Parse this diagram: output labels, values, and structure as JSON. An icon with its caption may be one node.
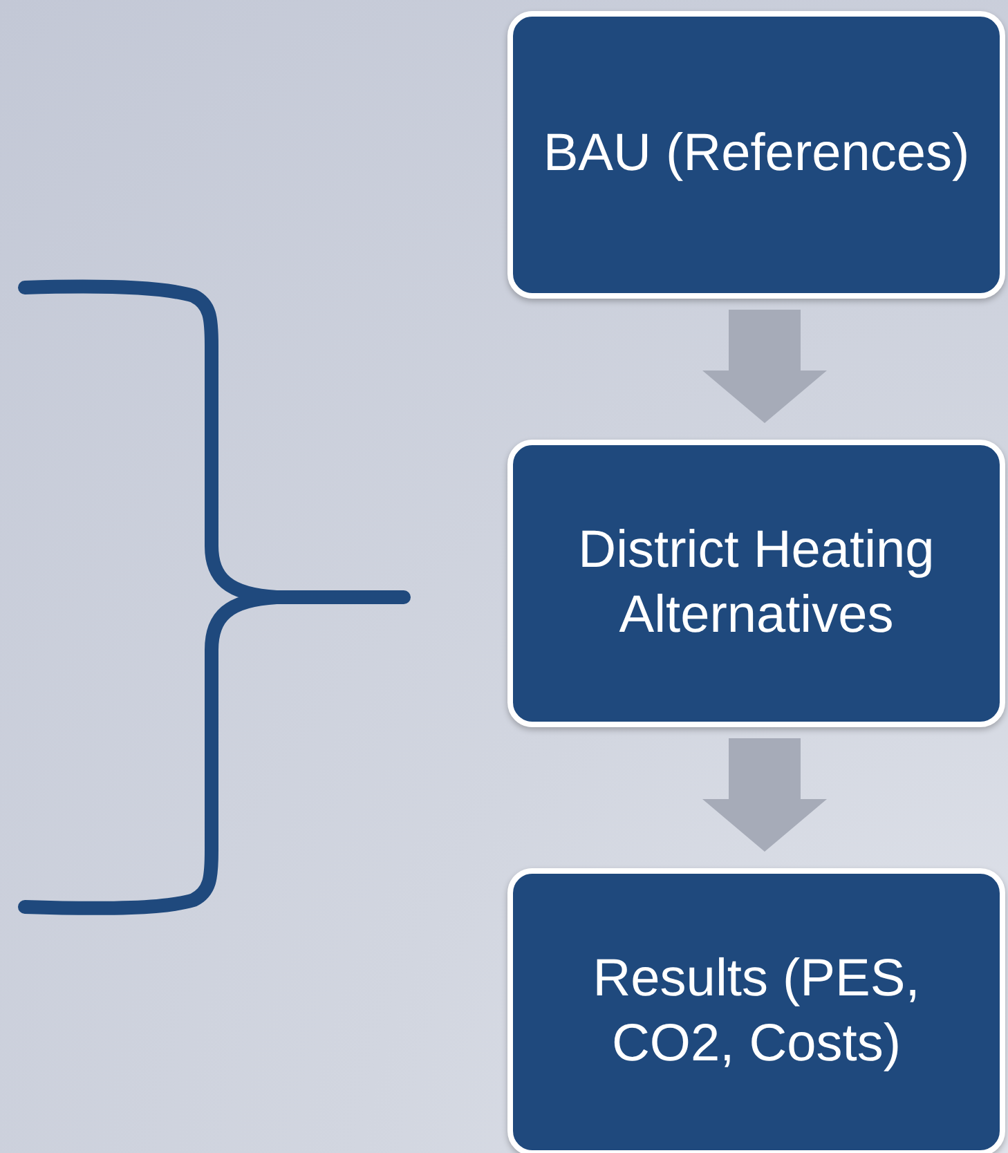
{
  "diagram": {
    "nodes": [
      {
        "text": [
          "BAU (References)"
        ]
      },
      {
        "text": [
          "District Heating Alternatives"
        ]
      },
      {
        "text": [
          "Results (PES, CO2, Costs)"
        ]
      }
    ],
    "edges": [
      {
        "from": 0,
        "to": 1,
        "arrow": "to"
      },
      {
        "from": 1,
        "to": 2,
        "arrow": "to"
      }
    ]
  }
}
